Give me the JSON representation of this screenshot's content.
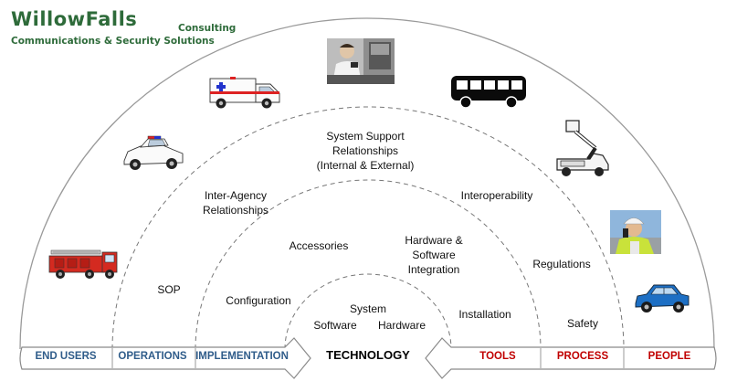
{
  "logo": {
    "name": "WillowFalls",
    "suffix": "Consulting",
    "tagline": "Communications & Security Solutions"
  },
  "arcs": {
    "outer": [
      "Regulations",
      "Safety",
      "SOP"
    ],
    "ring2": [
      "Inter-Agency\nRelationships",
      "System Support\nRelationships\n(Internal & External)",
      "Interoperability",
      "Hardware &\nSoftware\nIntegration"
    ],
    "ring3": [
      "Accessories",
      "Configuration",
      "Installation"
    ],
    "core": [
      "System",
      "Software",
      "Hardware"
    ]
  },
  "band": {
    "end_users": "END USERS",
    "operations": "OPERATIONS",
    "implementation": "IMPLEMENTATION",
    "technology": "TECHNOLOGY",
    "tools": "TOOLS",
    "process": "PROCESS",
    "people": "PEOPLE"
  },
  "images": [
    "fire-truck-icon",
    "police-car-icon",
    "ambulance-icon",
    "dispatcher-photo",
    "bus-icon",
    "bucket-truck-icon",
    "worker-photo",
    "blue-car-icon"
  ],
  "colors": {
    "brand": "#2e6b3a",
    "left_band_text": "#2f5c8a",
    "right_band_text": "#c00000"
  }
}
